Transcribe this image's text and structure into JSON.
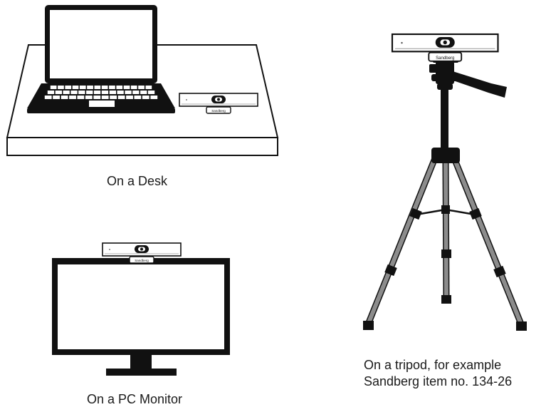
{
  "captions": {
    "desk": "On a Desk",
    "monitor": "On a PC Monitor",
    "tripod_line1": "On a tripod, for example",
    "tripod_line2": "Sandberg item no. 134-26"
  },
  "camera": {
    "brand": "Sandberg"
  },
  "colors": {
    "ink": "#111111",
    "leg_gray": "#8c8c8c",
    "background": "#ffffff"
  }
}
